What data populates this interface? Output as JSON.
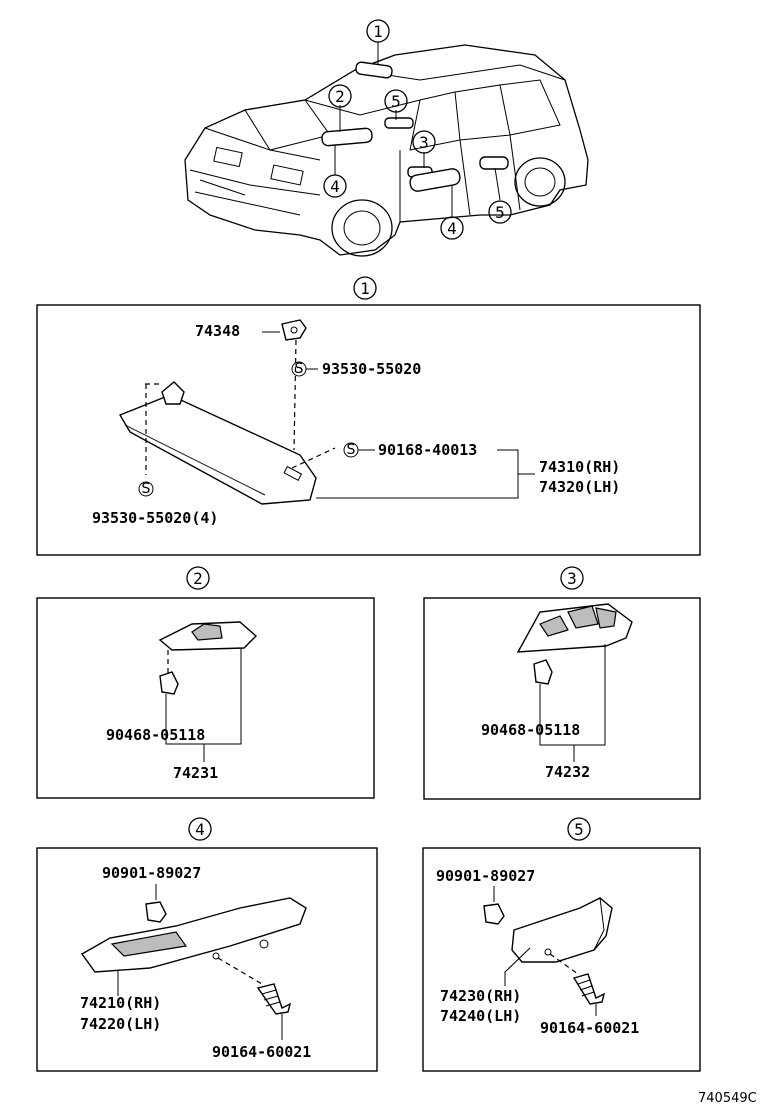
{
  "callouts": {
    "c1": "1",
    "c2": "2",
    "c3": "3",
    "c4": "4",
    "c5": "5"
  },
  "overview": {
    "labels": [
      "1",
      "2",
      "5",
      "3",
      "4",
      "4",
      "5"
    ]
  },
  "section1": {
    "clip": "74348",
    "screw_top": "93530-55020",
    "screw_mid": "90168-40013",
    "screw_bottom": "93530-55020(4)",
    "visor_rh": "74310(RH)",
    "visor_lh": "74320(LH)",
    "screw_symbol": "S"
  },
  "section2": {
    "clip": "90468-05118",
    "assembly": "74231"
  },
  "section3": {
    "clip": "90468-05118",
    "assembly": "74232"
  },
  "section4": {
    "clip": "90901-89027",
    "armrest_rh": "74210(RH)",
    "armrest_lh": "74220(LH)",
    "screw": "90164-60021"
  },
  "section5": {
    "clip": "90901-89027",
    "armrest_rh": "74230(RH)",
    "armrest_lh": "74240(LH)",
    "screw": "90164-60021"
  },
  "figure_code": "740549C"
}
